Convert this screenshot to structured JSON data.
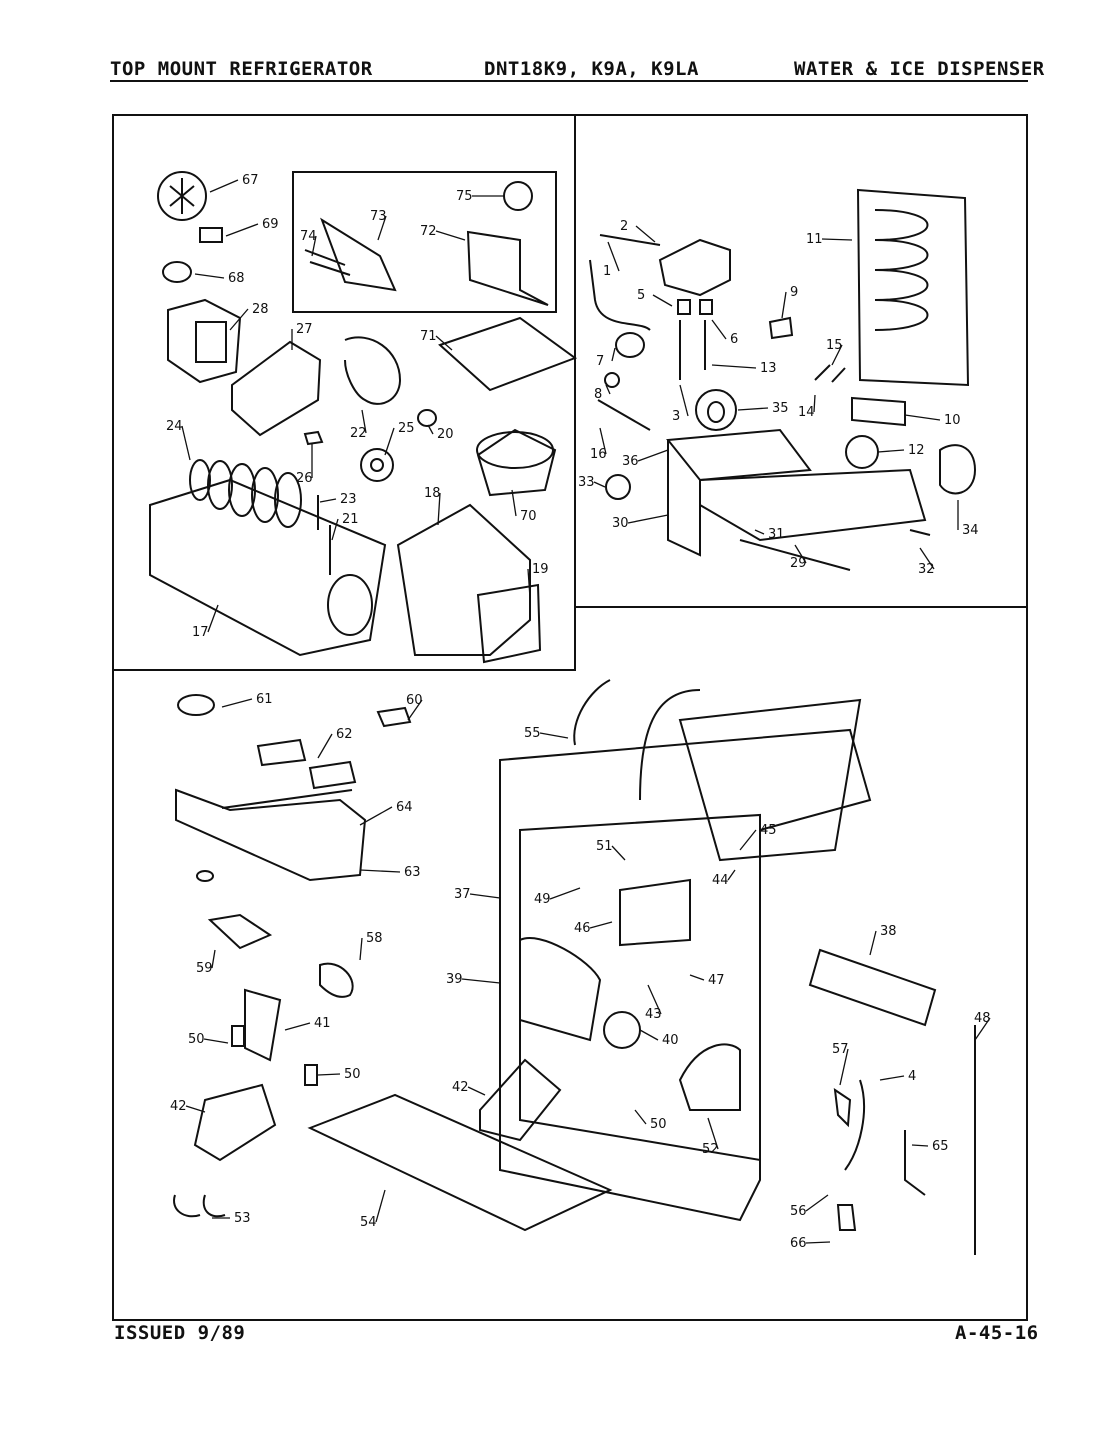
{
  "header": {
    "left": "TOP MOUNT REFRIGERATOR",
    "center": "DNT18K9, K9A, K9LA",
    "right": "WATER & ICE DISPENSER"
  },
  "footer": {
    "left": "ISSUED 9/89",
    "right": "A-45-16"
  },
  "callouts": [
    "67",
    "69",
    "68",
    "28",
    "27",
    "24",
    "22",
    "25",
    "20",
    "26",
    "23",
    "21",
    "17",
    "18",
    "19",
    "70",
    "71",
    "72",
    "73",
    "74",
    "75",
    "1",
    "2",
    "3",
    "5",
    "6",
    "7",
    "8",
    "9",
    "10",
    "11",
    "12",
    "13",
    "14",
    "15",
    "16",
    "29",
    "30",
    "31",
    "32",
    "33",
    "34",
    "35",
    "36",
    "37",
    "38",
    "39",
    "40",
    "41",
    "42",
    "43",
    "44",
    "45",
    "46",
    "47",
    "48",
    "49",
    "50",
    "51",
    "52",
    "53",
    "54",
    "55",
    "56",
    "57",
    "58",
    "59",
    "60",
    "61",
    "62",
    "63",
    "64",
    "65",
    "66"
  ]
}
